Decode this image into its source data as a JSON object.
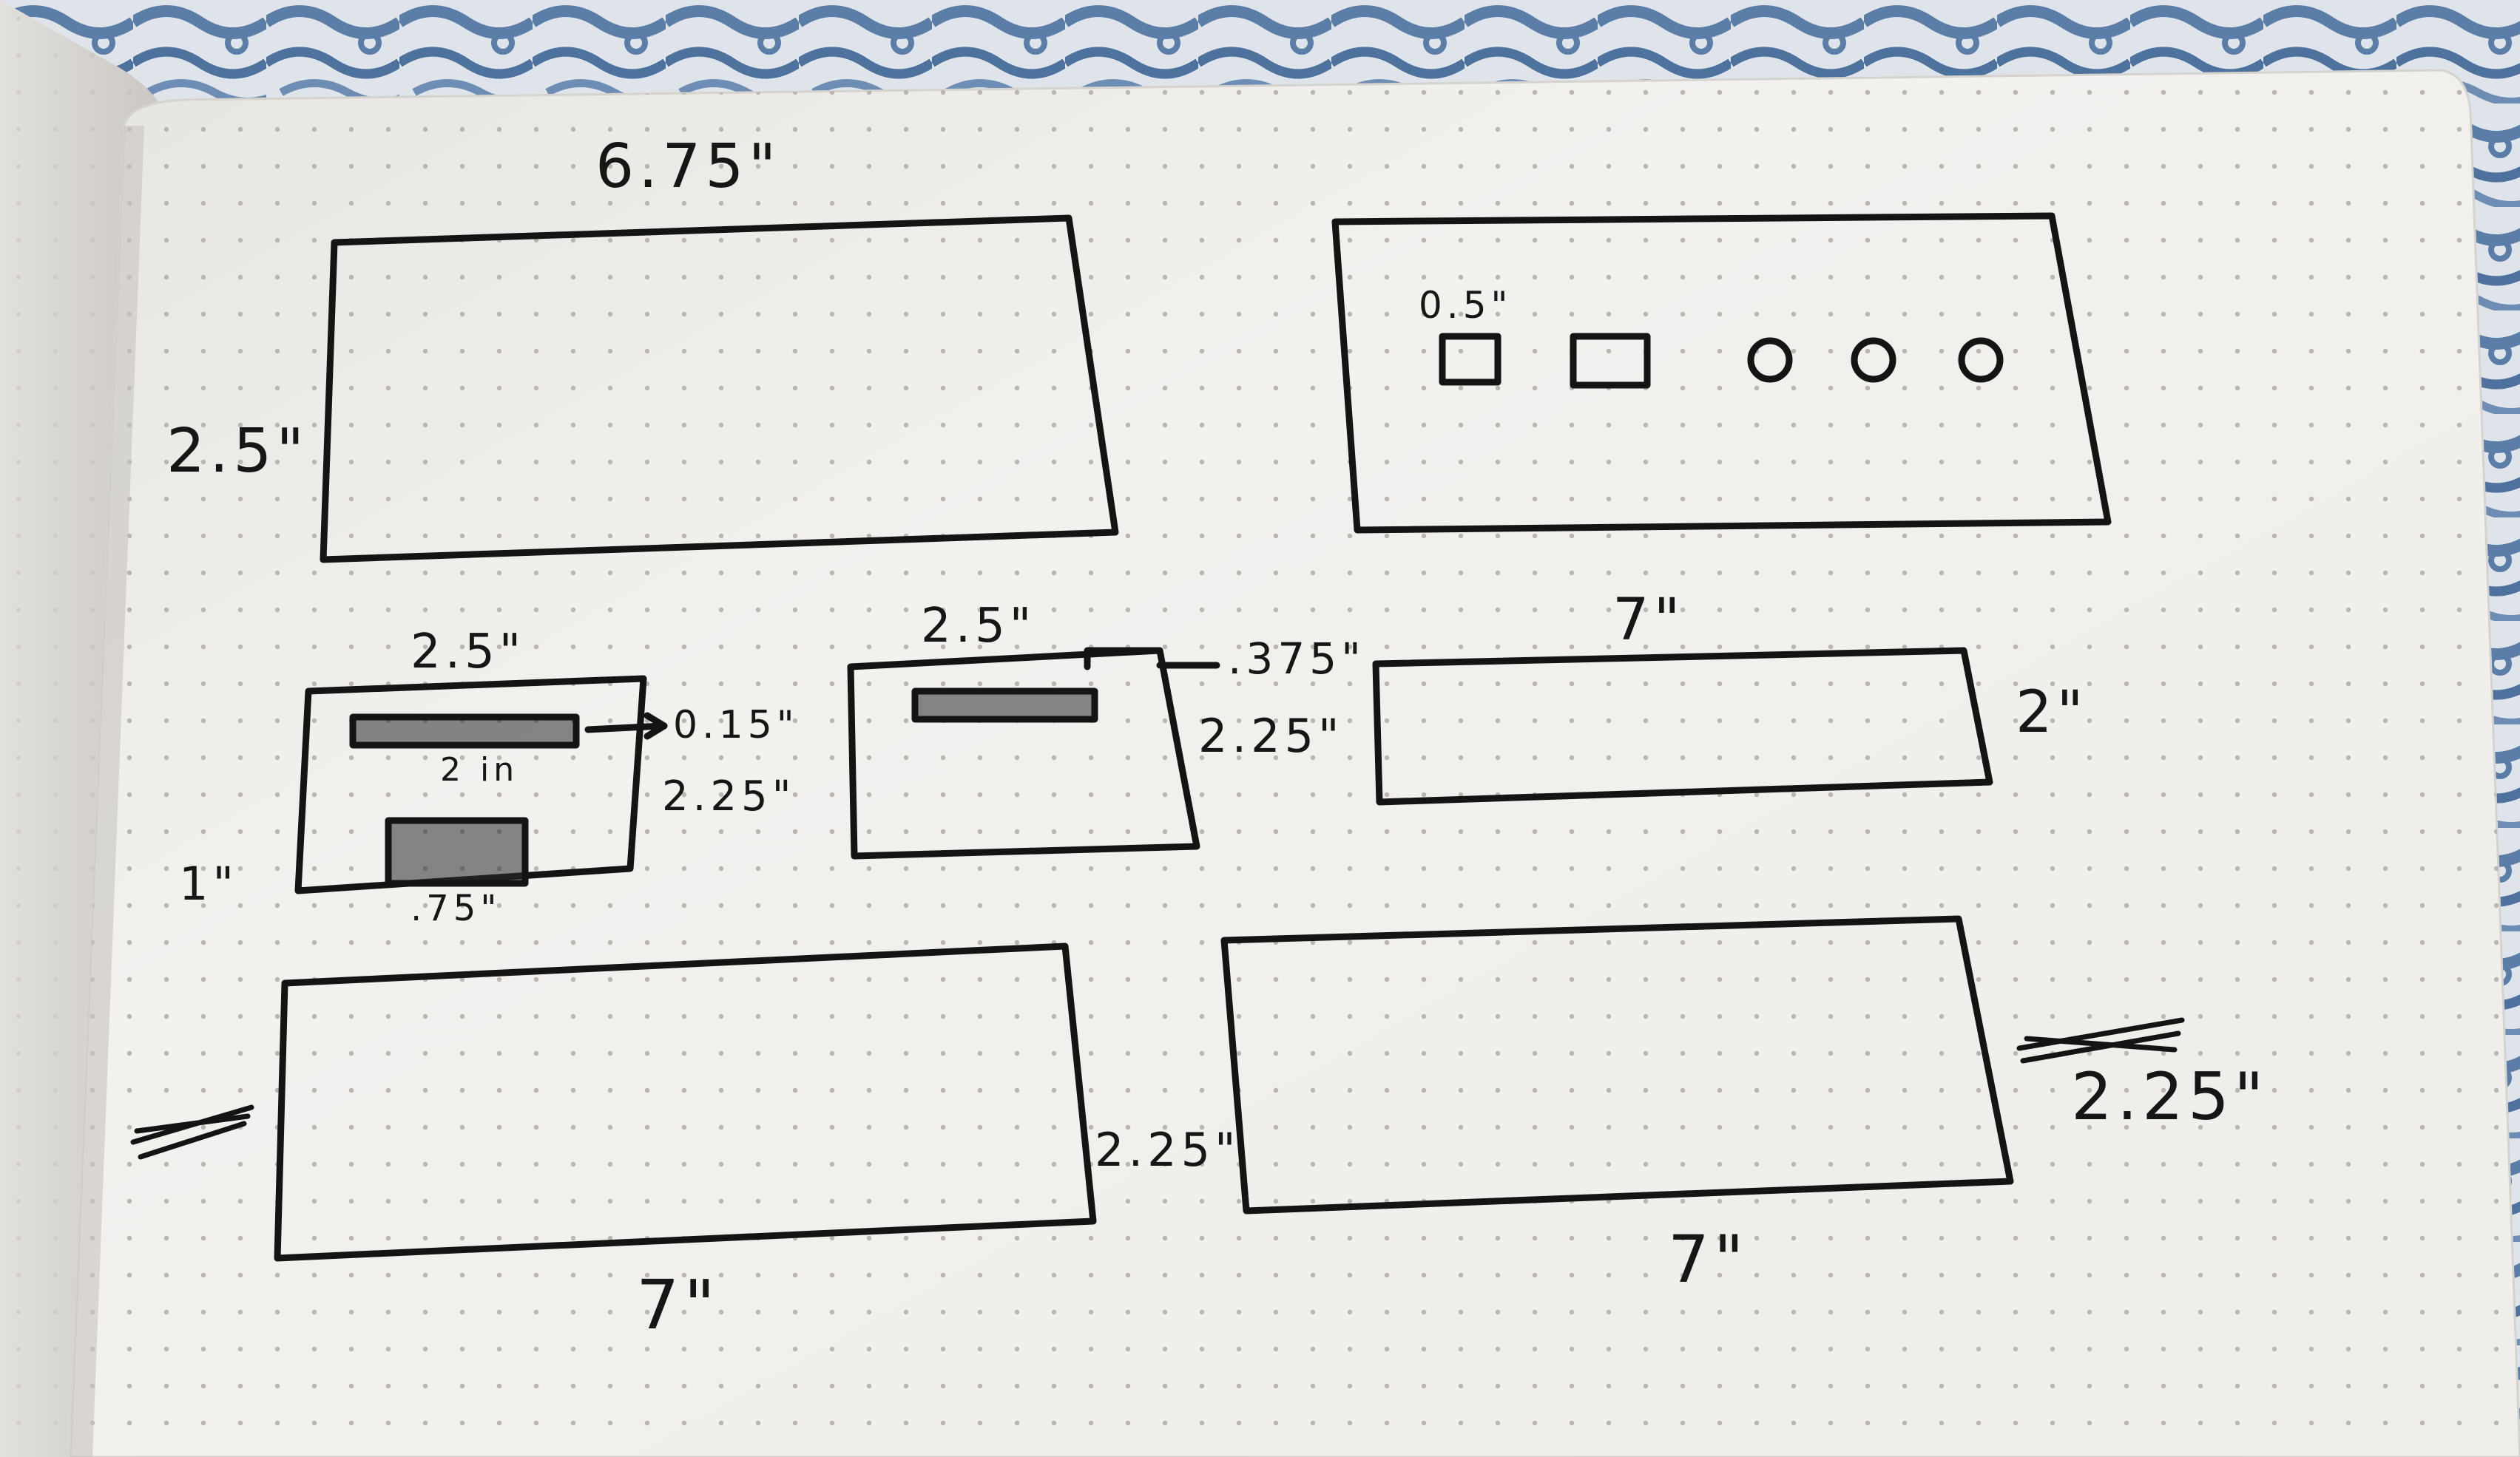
{
  "colors": {
    "fabric_blue": "#5b7ea8",
    "fabric_light": "#dfe4ea",
    "paper": "#f1efec",
    "ink": "#141414",
    "dots": "#b9b6b1"
  },
  "labels": {
    "top_left_width": "6.75\"",
    "top_left_height": "2.5\"",
    "top_right_hole": "0.5\"",
    "mid_a_width": "2.5\"",
    "mid_a_slot_height": "0.15\"",
    "mid_a_slot_width": "2 in",
    "mid_a_depth": "2.25\"",
    "mid_a_height": "1\"",
    "mid_a_notch": ".75\"",
    "mid_b_width": "2.5\"",
    "mid_b_offset": ".375\"",
    "mid_b_depth": "2.25\"",
    "mid_c_width": "7\"",
    "mid_c_height": "2\"",
    "bottom_left_height": "2.25\"",
    "bottom_left_width": "7\"",
    "bottom_right_height": "2.25\"",
    "bottom_right_width": "7\""
  }
}
